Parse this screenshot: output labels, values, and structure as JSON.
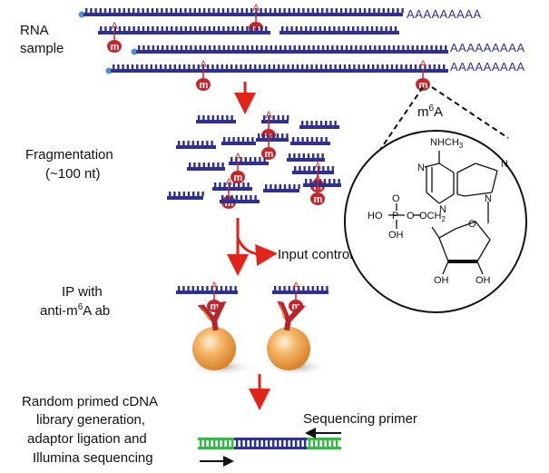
{
  "labels": {
    "rna_sample_line1": "RNA",
    "rna_sample_line2": "sample",
    "fragmentation_line1": "Fragmentation",
    "fragmentation_line2": "(~100 nt)",
    "input_control": "Input control",
    "ip_line1": "IP with",
    "ip_line2_prefix": "anti-m",
    "ip_line2_sup": "6",
    "ip_line2_suffix": "A ab",
    "lib_line1": "Random primed cDNA",
    "lib_line2": "library generation,",
    "lib_line3": "adaptor ligation and",
    "lib_line4": "Illumina sequencing",
    "sequencing_primer": "Sequencing primer",
    "poly_a": "AAAAAAAAA",
    "m6a_title_prefix": "m",
    "m6a_title_sup": "6",
    "m6a_title_suffix": "A"
  },
  "modification": {
    "base_letter": "A",
    "mark_letter": "m"
  },
  "chemistry": {
    "nhch3": "NHCH",
    "nhch3_sub": "3",
    "n": "N",
    "ho": "HO",
    "p": "P",
    "o": "O",
    "och2": "OCH",
    "och2_sub": "2",
    "oh": "OH"
  },
  "colors": {
    "rna_strand": "#2e3192",
    "arrow_red": "#e2231a",
    "mark_fill": "#c1272d",
    "adaptor_green": "#39b54a",
    "text": "#111111"
  }
}
